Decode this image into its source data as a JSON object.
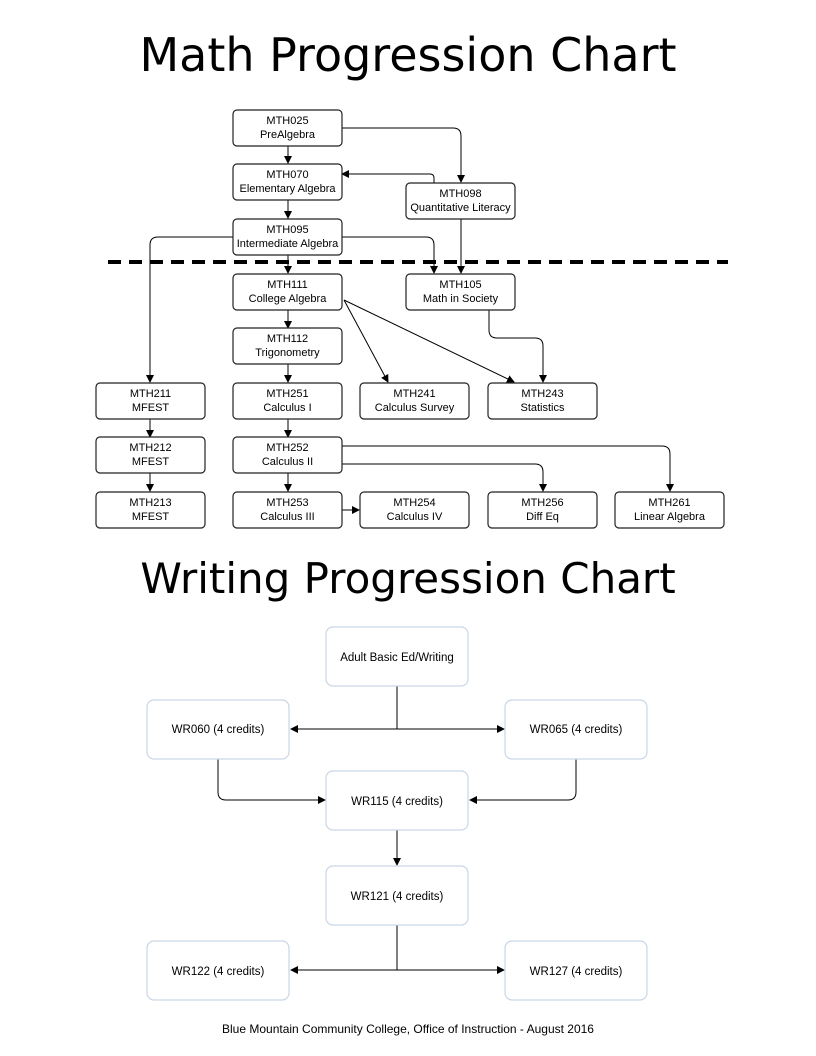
{
  "math_title": "Math Progression Chart",
  "writing_title": "Writing Progression Chart",
  "footer": "Blue Mountain Community College, Office of Instruction - August 2016",
  "math_courses": {
    "mth025": {
      "code": "MTH025",
      "name": "PreAlgebra"
    },
    "mth070": {
      "code": "MTH070",
      "name": "Elementary Algebra"
    },
    "mth098": {
      "code": "MTH098",
      "name": "Quantitative Literacy"
    },
    "mth095": {
      "code": "MTH095",
      "name": "Intermediate Algebra"
    },
    "mth111": {
      "code": "MTH111",
      "name": "College Algebra"
    },
    "mth105": {
      "code": "MTH105",
      "name": "Math in Society"
    },
    "mth112": {
      "code": "MTH112",
      "name": "Trigonometry"
    },
    "mth211": {
      "code": "MTH211",
      "name": "MFEST"
    },
    "mth251": {
      "code": "MTH251",
      "name": "Calculus I"
    },
    "mth241": {
      "code": "MTH241",
      "name": "Calculus Survey"
    },
    "mth243": {
      "code": "MTH243",
      "name": "Statistics"
    },
    "mth212": {
      "code": "MTH212",
      "name": "MFEST"
    },
    "mth252": {
      "code": "MTH252",
      "name": "Calculus II"
    },
    "mth213": {
      "code": "MTH213",
      "name": "MFEST"
    },
    "mth253": {
      "code": "MTH253",
      "name": "Calculus III"
    },
    "mth254": {
      "code": "MTH254",
      "name": "Calculus IV"
    },
    "mth256": {
      "code": "MTH256",
      "name": "Diff Eq"
    },
    "mth261": {
      "code": "MTH261",
      "name": "Linear Algebra"
    }
  },
  "writing_courses": {
    "abe": "Adult Basic Ed/Writing",
    "wr060": "WR060 (4 credits)",
    "wr065": "WR065 (4 credits)",
    "wr115": "WR115 (4 credits)",
    "wr121": "WR121 (4 credits)",
    "wr122": "WR122 (4 credits)",
    "wr127": "WR127 (4 credits)"
  },
  "colors": {
    "box_border": "#222222",
    "writing_box_border": "#c9d6e6",
    "line": "#000000"
  }
}
